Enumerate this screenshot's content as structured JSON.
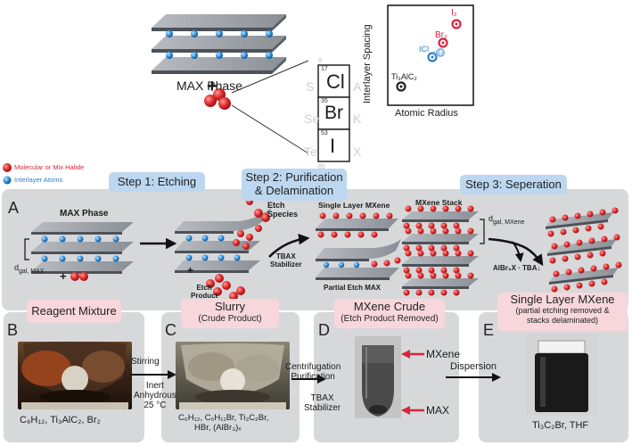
{
  "top": {
    "max_phase_label": "MAX Phase",
    "plus": "+",
    "periodic": [
      {
        "num": "17",
        "sym": "Cl"
      },
      {
        "num": "35",
        "sym": "Br"
      },
      {
        "num": "53",
        "sym": "I"
      }
    ],
    "plot": {
      "ylabel": "Interlayer Spacing",
      "xlabel": "Atomic Radius",
      "points": [
        {
          "label": "I₂",
          "color": "#d7263d"
        },
        {
          "label": "Br₂",
          "color": "#d7263d"
        },
        {
          "label": "ICl",
          "color": "#2d7fc1"
        },
        {
          "label": "IBr",
          "color": "#2d7fc1"
        },
        {
          "label": "Ti₃AlC₂",
          "color": "#222222"
        }
      ]
    }
  },
  "legend": {
    "halide": "Molecular or Mix Halide",
    "interlayer": "Interlayer Atoms",
    "halide_color": "#d7263d",
    "interlayer_color": "#2d7fc1"
  },
  "steps": {
    "step1": "Step 1: Etching",
    "step2_line1": "Step 2: Purification",
    "step2_line2": "& Delamination",
    "step3": "Step 3: Seperation"
  },
  "panelA": {
    "letter": "A",
    "max_phase": "MAX Phase",
    "dgal_max": "d",
    "dgal_max_sub": "gal, MAX",
    "plus": "+",
    "etch_species": [
      "Etch",
      "Species"
    ],
    "etch_product": [
      "Etch",
      "Product"
    ],
    "tbax": [
      "TBAX",
      "Stabilizer"
    ],
    "single_layer": "Single Layer MXene",
    "partial_etch": "Partial Etch MAX",
    "mxene_stack": "MXene Stack",
    "dgal_mxene": "d",
    "dgal_mxene_sub": "gal, MXene",
    "albr": "AlBr₃X · TBA↓"
  },
  "labels": {
    "reagent": "Reagent Mixture",
    "slurry": "Slurry",
    "slurry_sub": "(Crude Product)",
    "crude": "MXene Crude",
    "crude_sub": "(Etch Product Removed)",
    "single": "Single Layer MXene",
    "single_sub1": "(partial etching removed &",
    "single_sub2": "stacks delaminated)"
  },
  "panelB": {
    "letter": "B",
    "caption": "C₆H₁₂, Ti₃AlC₂, Br₂"
  },
  "arrowBC": [
    "Stirring",
    "Inert",
    "Anhydrous",
    "25 °C"
  ],
  "panelC": {
    "letter": "C",
    "caption1": "C₆H₁₂, C₆H₁₁Br, Ti₃C₂Br,",
    "caption2": "HBr, (AlBr₃)ₓ"
  },
  "arrowCD": [
    "Centrifugation",
    "Purification"
  ],
  "arrowCD_below": [
    "TBAX",
    "Stabilizer"
  ],
  "panelD": {
    "letter": "D",
    "mxene": "MXene",
    "max": "MAX"
  },
  "arrowDE": "Dispersion",
  "panelE": {
    "letter": "E",
    "caption": "Ti₃C₂Br, THF"
  }
}
